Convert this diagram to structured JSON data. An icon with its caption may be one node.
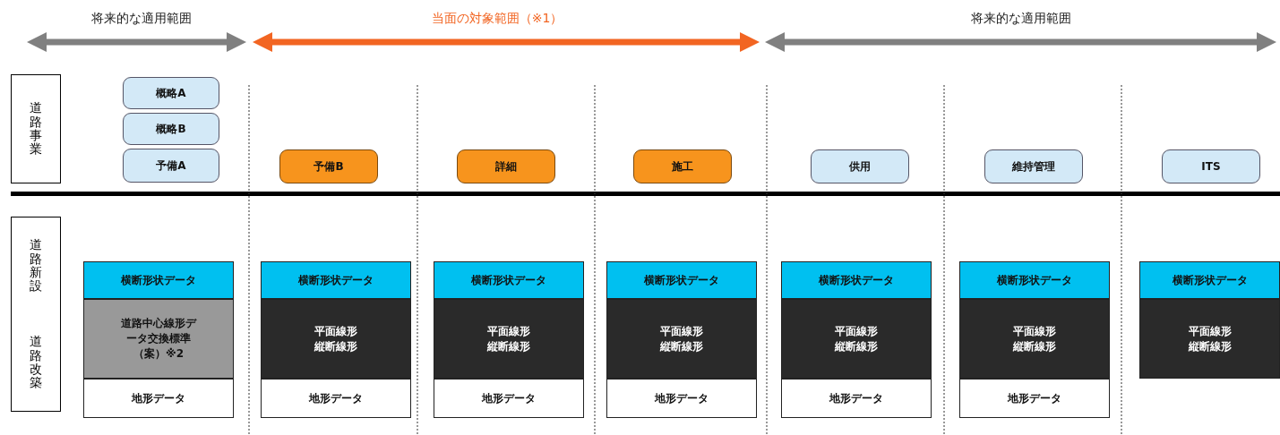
{
  "diagram": {
    "nodes": [
      {
        "text": [
          "道路事業"
        ]
      },
      {
        "text": [
          "道路新設",
          "道路改築"
        ]
      },
      {
        "text": [
          "概略A"
        ]
      },
      {
        "text": [
          "概略B"
        ]
      },
      {
        "text": [
          "予備A"
        ]
      },
      {
        "text": [
          "予備B"
        ]
      },
      {
        "text": [
          "詳細"
        ]
      },
      {
        "text": [
          "施工"
        ]
      },
      {
        "text": [
          "供用"
        ]
      },
      {
        "text": [
          "維持管理"
        ]
      },
      {
        "text": [
          "ITS"
        ]
      },
      {
        "text": [
          "横断形状データ"
        ]
      },
      {
        "text": [
          "道路中心線形データ交換標準（案）※2"
        ]
      },
      {
        "text": [
          "地形データ"
        ]
      },
      {
        "text": [
          "横断形状データ"
        ]
      },
      {
        "text": [
          "平面線形縦断線形"
        ]
      },
      {
        "text": [
          "地形データ"
        ]
      },
      {
        "text": [
          "横断形状データ"
        ]
      },
      {
        "text": [
          "平面線形縦断線形"
        ]
      },
      {
        "text": [
          "地形データ"
        ]
      },
      {
        "text": [
          "横断形状データ"
        ]
      },
      {
        "text": [
          "平面線形縦断線形"
        ]
      },
      {
        "text": [
          "地形データ"
        ]
      },
      {
        "text": [
          "横断形状データ"
        ]
      },
      {
        "text": [
          "平面線形縦断線形"
        ]
      },
      {
        "text": [
          "地形データ"
        ]
      },
      {
        "text": [
          "横断形状データ"
        ]
      },
      {
        "text": [
          "平面線形縦断線形"
        ]
      },
      {
        "text": [
          "地形データ"
        ]
      },
      {
        "text": [
          "横断形状データ"
        ]
      },
      {
        "text": [
          "平面線形縦断線形"
        ]
      }
    ],
    "labels": [
      "将来的な適用範囲",
      "当面の対象範囲（※1）",
      "将来的な適用範囲"
    ]
  }
}
